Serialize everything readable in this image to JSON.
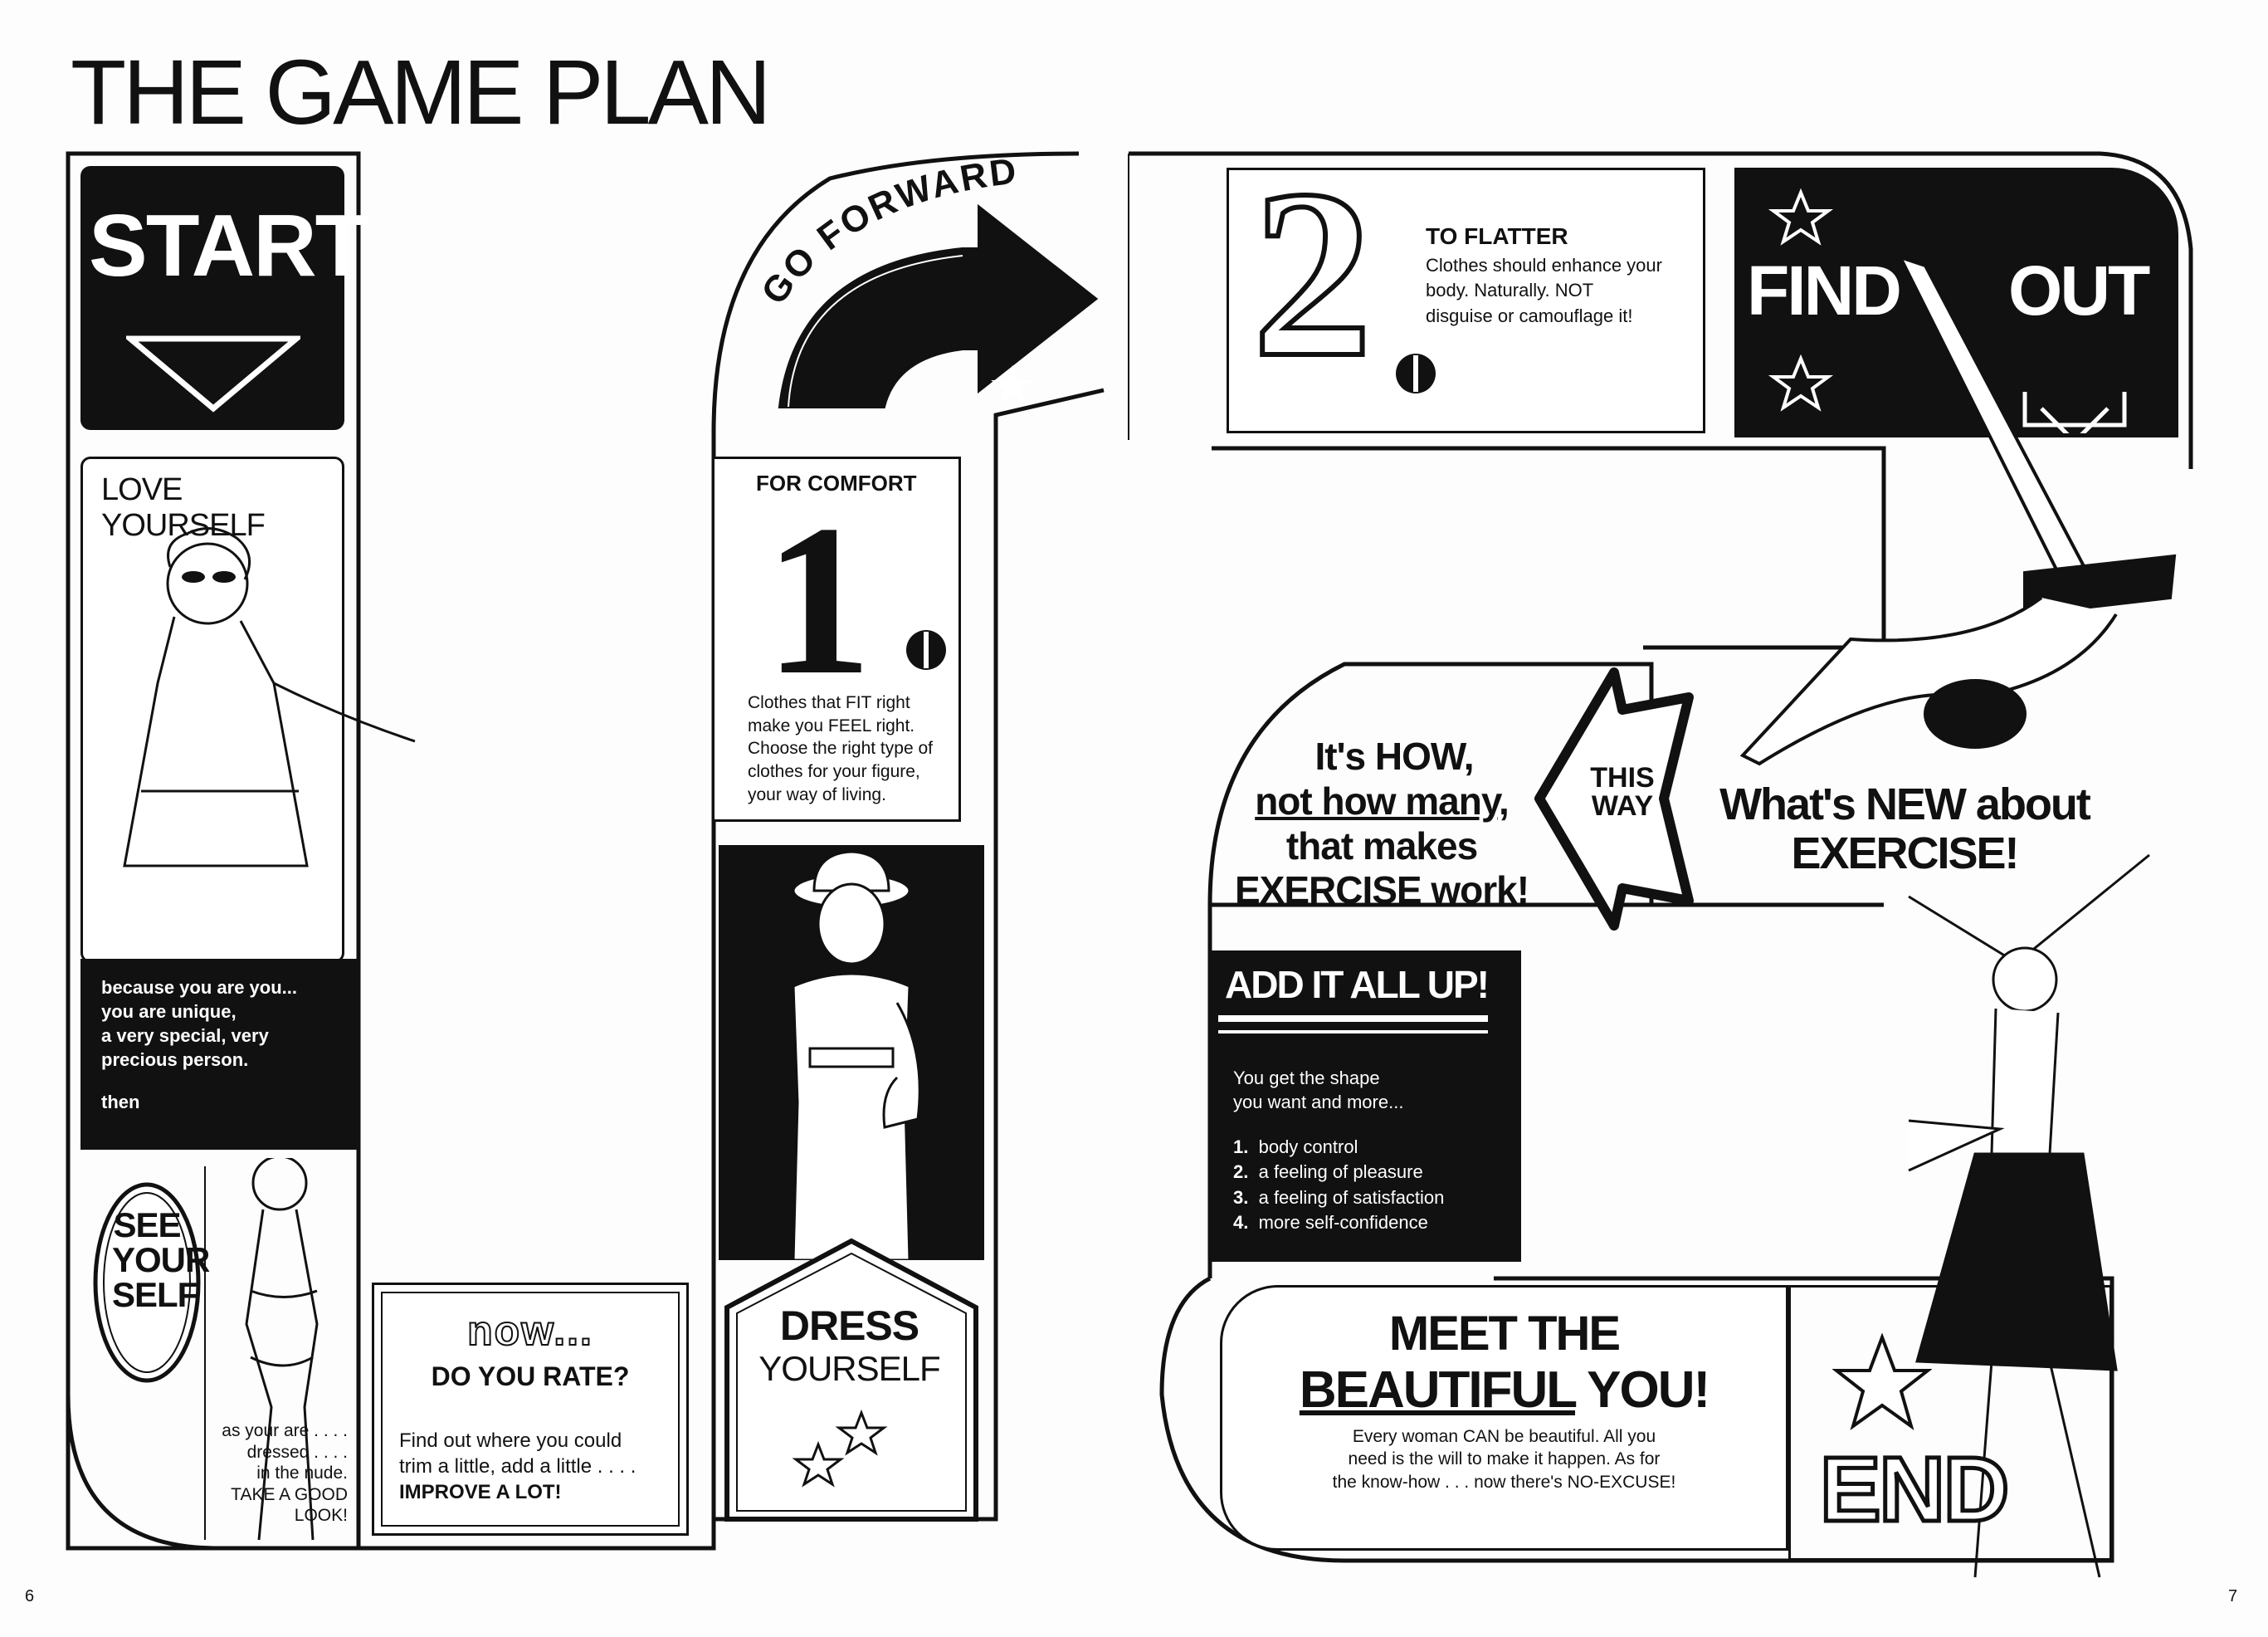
{
  "page_title": "THE GAME PLAN",
  "page_numbers": {
    "left": "6",
    "right": "7"
  },
  "start": {
    "label": "START"
  },
  "love_yourself": {
    "heading": "LOVE YOURSELF",
    "body": [
      "because you are you...",
      "you are unique,",
      "a very special, very",
      "precious person."
    ],
    "then": "then"
  },
  "see_yourself": {
    "heading_lines": [
      "SEE",
      "YOUR",
      "SELF"
    ],
    "body": [
      "as your are . . . .",
      "dressed . . . .",
      "in the nude.",
      "TAKE A GOOD",
      "LOOK!"
    ]
  },
  "now_rate": {
    "heading": "now...",
    "subheading": "DO YOU RATE?",
    "body_lines": [
      "Find out where you could",
      "trim a little, add a little . . . ."
    ],
    "emphasis": "IMPROVE A LOT!"
  },
  "go_forward": {
    "label": "GO FORWARD"
  },
  "comfort": {
    "heading": "FOR COMFORT",
    "numeral": "1",
    "body_lines": [
      "Clothes that FIT right",
      "make you FEEL right.",
      "Choose the right type of",
      "clothes for your figure,",
      "your way of living."
    ]
  },
  "dress_yourself": {
    "line1": "DRESS",
    "line2": "YOURSELF"
  },
  "flatter": {
    "numeral": "2",
    "heading": "TO FLATTER",
    "body_lines": [
      "Clothes should enhance your",
      "body. Naturally. NOT",
      "disguise or camouflage it!"
    ]
  },
  "find_out": {
    "word1": "FIND",
    "word2": "OUT"
  },
  "this_way": {
    "line1": "THIS",
    "line2": "WAY"
  },
  "how_many": {
    "lines": [
      "It's HOW,",
      "not how many,",
      "that makes",
      "EXERCISE work!"
    ]
  },
  "whats_new": {
    "lines": [
      "What's NEW about",
      "EXERCISE!"
    ]
  },
  "add_it_up": {
    "heading": "ADD IT ALL UP!",
    "intro_lines": [
      "You get the shape",
      "you want and more..."
    ],
    "items": [
      {
        "num": "1.",
        "text": "body control"
      },
      {
        "num": "2.",
        "text": "a feeling of pleasure"
      },
      {
        "num": "3.",
        "text": "a feeling of satisfaction"
      },
      {
        "num": "4.",
        "text": "more self-confidence"
      }
    ]
  },
  "meet": {
    "heading1": "MEET THE",
    "heading2": "BEAUTIFUL",
    "heading3": "YOU!",
    "body_lines": [
      "Every woman CAN be beautiful. All you",
      "need is the  will to make it happen. As for",
      "the know-how . . . now  there's NO-EXCUSE!"
    ]
  },
  "end": {
    "label": "END"
  }
}
